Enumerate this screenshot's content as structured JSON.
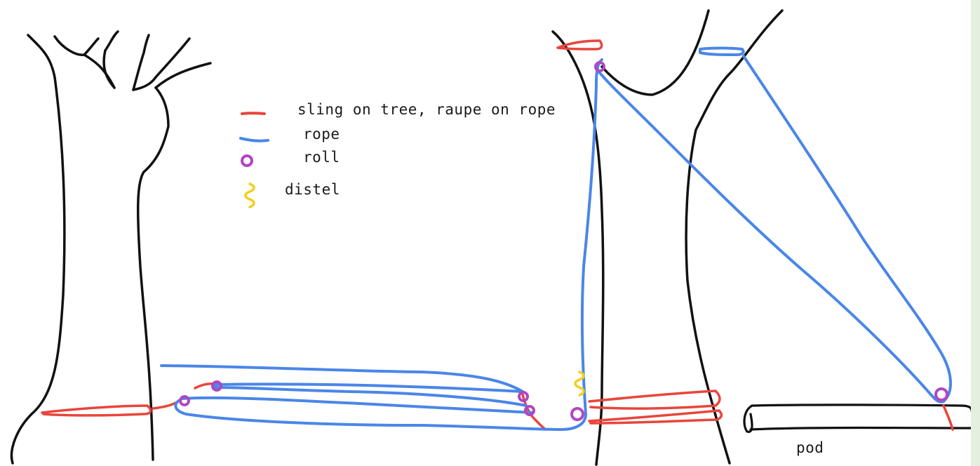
{
  "legend": {
    "sling": {
      "label": "sling on tree, raupe on rope"
    },
    "rope": {
      "label": "rope"
    },
    "roll": {
      "label": "roll"
    },
    "distel": {
      "label": "distel"
    }
  },
  "labels": {
    "pod": "pod"
  },
  "colors": {
    "tree": "#111111",
    "sling": "#e8453c",
    "rope": "#4a86e8",
    "roll": "#b146c2",
    "distel": "#f4cf1b",
    "side_bar": "#e3f0df"
  }
}
